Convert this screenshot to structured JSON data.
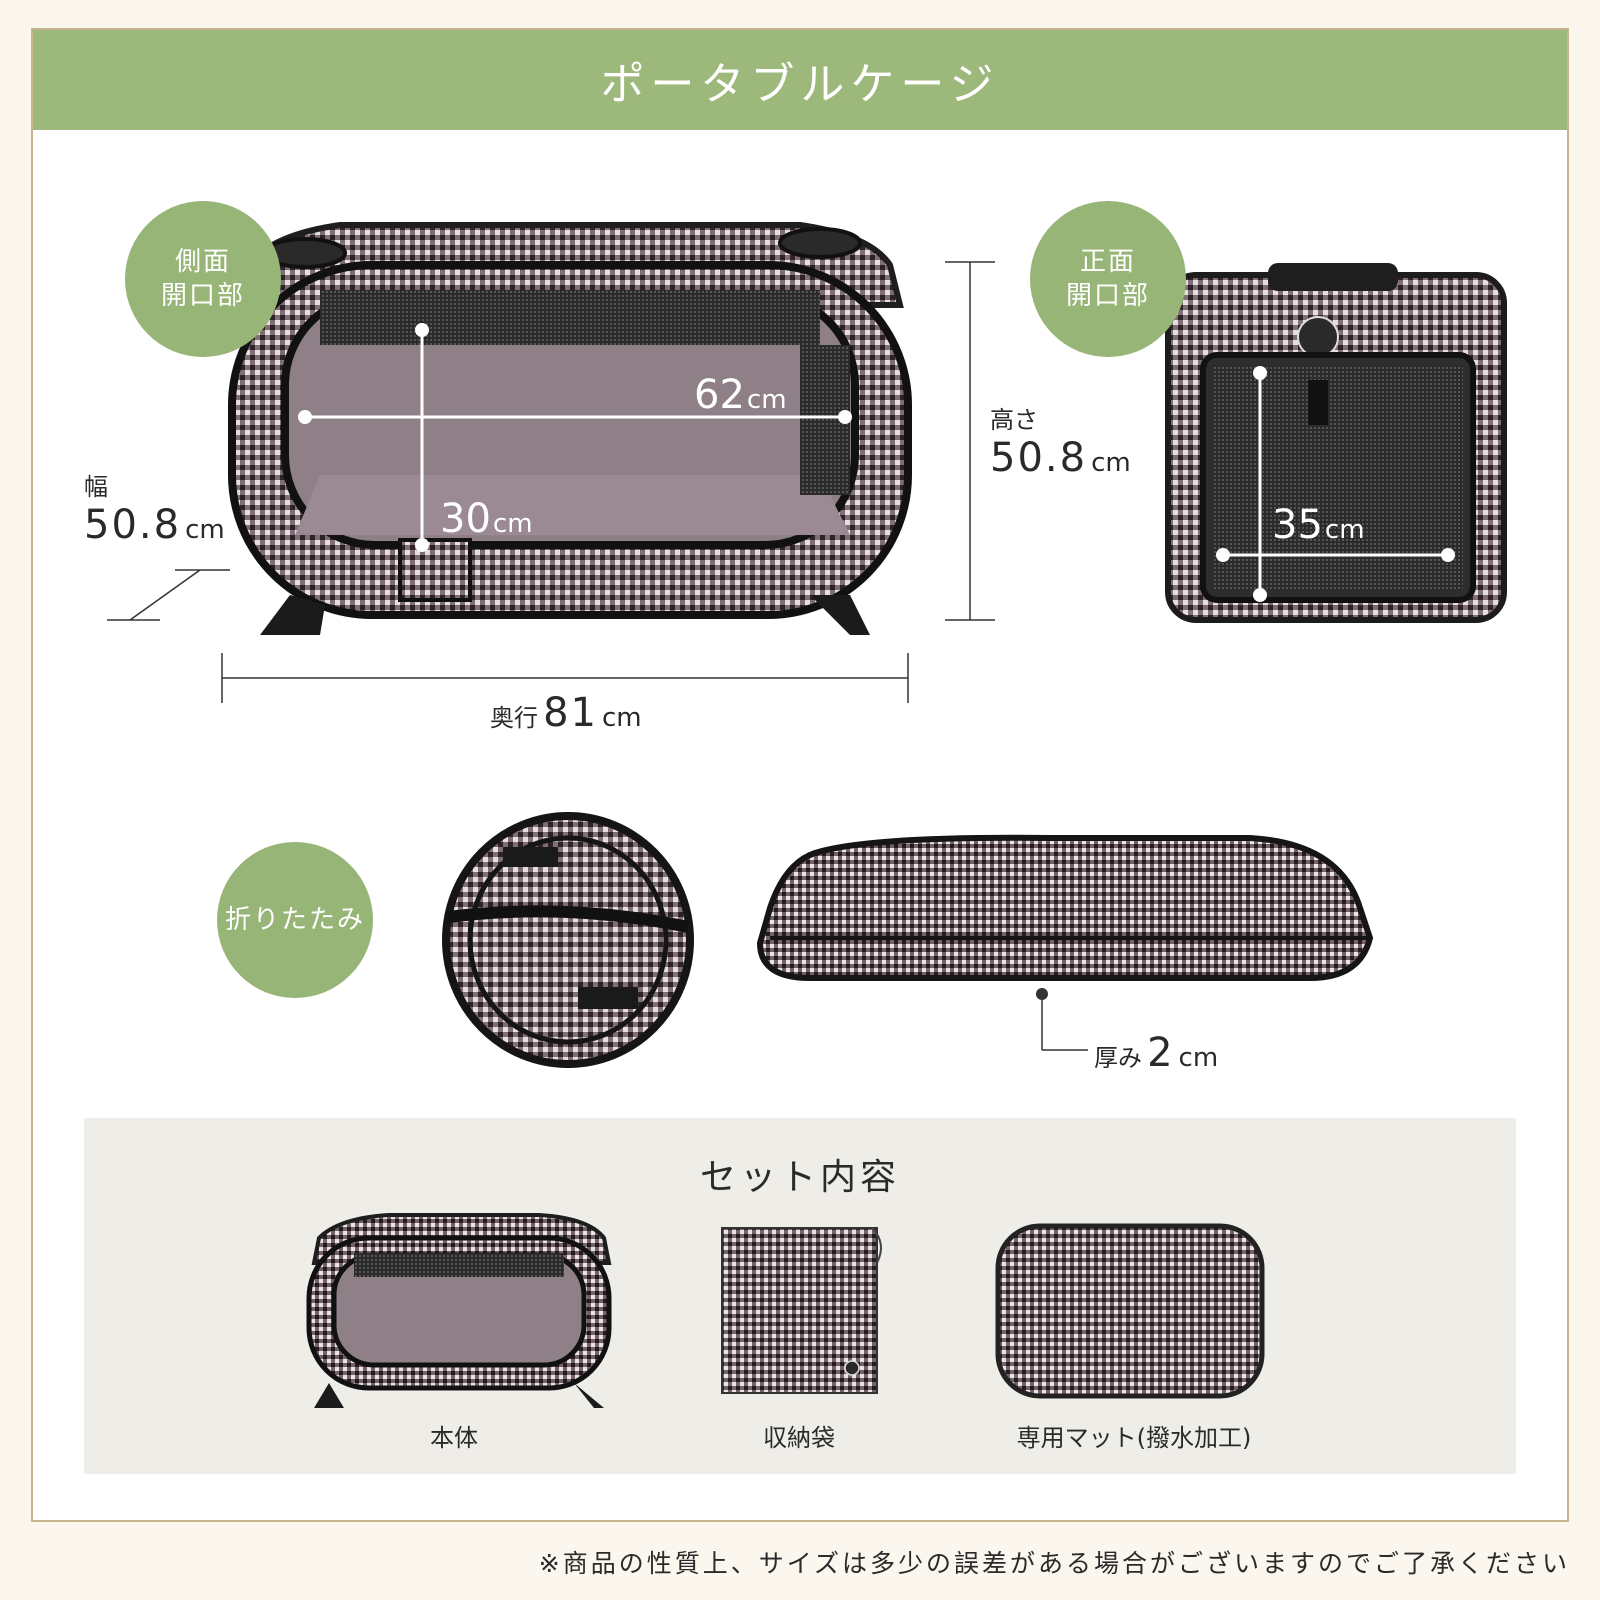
{
  "header": {
    "title": "ポータブルケージ"
  },
  "badges": {
    "side": [
      "側面",
      "開口部"
    ],
    "front": [
      "正面",
      "開口部"
    ],
    "fold": "折りたたみ"
  },
  "dimensions": {
    "width": {
      "label": "幅",
      "value": "50.8",
      "unit": "cm"
    },
    "depth": {
      "label": "奥行",
      "value": "81",
      "unit": "cm"
    },
    "height": {
      "label": "高さ",
      "value": "50.8",
      "unit": "cm"
    },
    "side_inner_w": {
      "value": "62",
      "unit": "cm"
    },
    "side_inner_h": {
      "value": "30",
      "unit": "cm"
    },
    "front_inner": {
      "value": "35",
      "unit": "cm"
    },
    "thickness": {
      "label": "厚み",
      "value": "2",
      "unit": "cm"
    }
  },
  "set": {
    "title": "セット内容",
    "items": [
      "本体",
      "収納袋",
      "専用マット(撥水加工)"
    ]
  },
  "note": "※商品の性質上、サイズは多少の誤差がある場合がございますのでご了承ください",
  "colors": {
    "header": "#9db87b",
    "badge": "#97b577",
    "frame_border": "#c6b58c",
    "set_bg": "#efede8",
    "gingham_dark": "#3a2b30"
  }
}
